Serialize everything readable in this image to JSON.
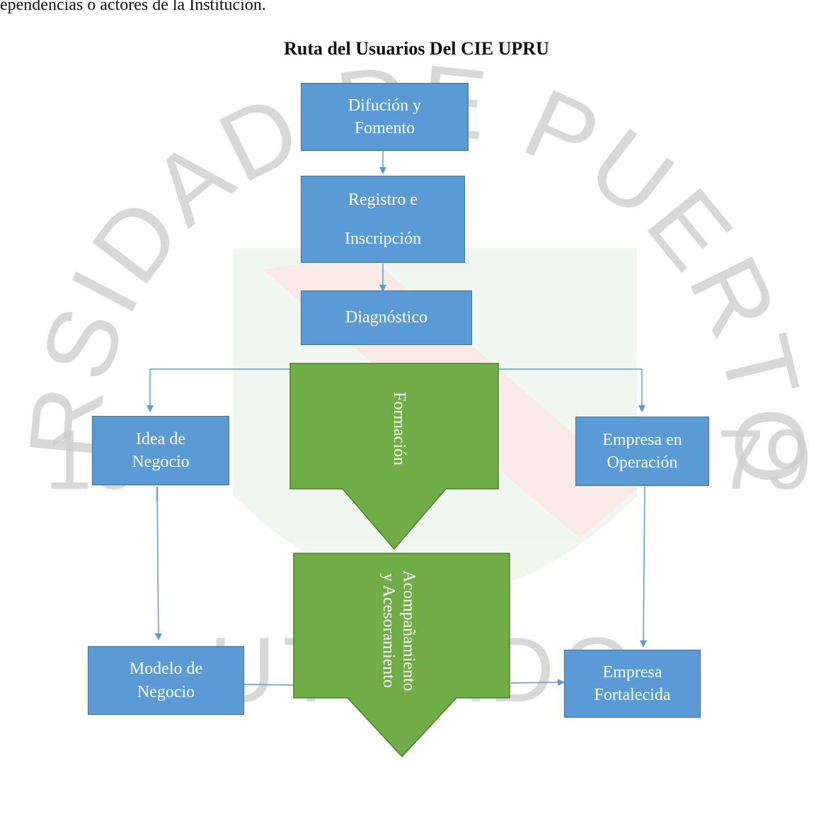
{
  "intro_text": "ependencias o actores de la Institución.",
  "title": "Ruta del Usuarios Del CIE UPRU",
  "watermark": {
    "arc_text": "UNIVERSIDAD DE PUERTO RICO",
    "left_year": "19",
    "right_year": "79",
    "bottom_text": "UTUADO"
  },
  "nodes": {
    "difusion": {
      "line1": "Difución y",
      "line2": "Fomento"
    },
    "registro": {
      "line1": "Registro e",
      "line2": "Inscripción"
    },
    "diagnostico": {
      "label": "Diagnóstico"
    },
    "idea": {
      "line1": "Idea de",
      "line2": "Negocio"
    },
    "modelo": {
      "line1": "Modelo de",
      "line2": "Negocio"
    },
    "empresa_operacion": {
      "line1": "Empresa en",
      "line2": "Operación"
    },
    "empresa_fortalecida": {
      "line1": "Empresa",
      "line2": "Fortalecida"
    },
    "formacion": {
      "label": "Formación"
    },
    "acompanamiento": {
      "line1": "Acompañamiento",
      "line2": "y Acesoramiento"
    }
  },
  "colors": {
    "box_fill": "#5b9bd5",
    "box_border": "#41719c",
    "arrow_fill": "#70ad47",
    "arrow_border": "#507e32",
    "connector": "#5b9bd5"
  }
}
